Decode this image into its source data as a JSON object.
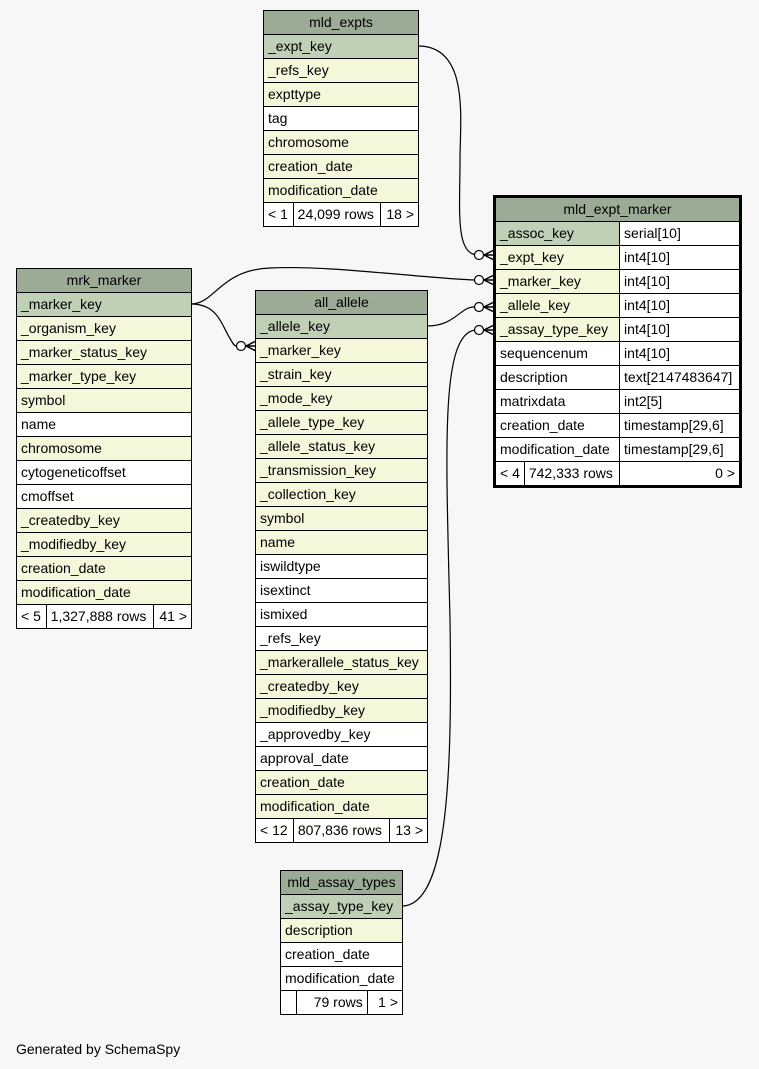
{
  "footer": "Generated by SchemaSpy",
  "tables": {
    "mld_expts": {
      "name": "mld_expts",
      "columns": [
        {
          "name": "_expt_key",
          "kind": "pk"
        },
        {
          "name": "_refs_key",
          "kind": "fk"
        },
        {
          "name": "expttype",
          "kind": "fk"
        },
        {
          "name": "tag",
          "kind": "plain"
        },
        {
          "name": "chromosome",
          "kind": "fk"
        },
        {
          "name": "creation_date",
          "kind": "fk"
        },
        {
          "name": "modification_date",
          "kind": "fk"
        }
      ],
      "footer": {
        "parents": "< 1",
        "rows": "24,099 rows",
        "children": "18 >"
      }
    },
    "mld_expt_marker": {
      "name": "mld_expt_marker",
      "columns": [
        {
          "name": "_assoc_key",
          "type": "serial[10]",
          "kind": "pk"
        },
        {
          "name": "_expt_key",
          "type": "int4[10]",
          "kind": "fk"
        },
        {
          "name": "_marker_key",
          "type": "int4[10]",
          "kind": "fk"
        },
        {
          "name": "_allele_key",
          "type": "int4[10]",
          "kind": "fk"
        },
        {
          "name": "_assay_type_key",
          "type": "int4[10]",
          "kind": "fk"
        },
        {
          "name": "sequencenum",
          "type": "int4[10]",
          "kind": "plain"
        },
        {
          "name": "description",
          "type": "text[2147483647]",
          "kind": "plain"
        },
        {
          "name": "matrixdata",
          "type": "int2[5]",
          "kind": "plain"
        },
        {
          "name": "creation_date",
          "type": "timestamp[29,6]",
          "kind": "plain"
        },
        {
          "name": "modification_date",
          "type": "timestamp[29,6]",
          "kind": "plain"
        }
      ],
      "footer": {
        "parents": "< 4",
        "rows": "742,333 rows",
        "children": "0 >"
      }
    },
    "mrk_marker": {
      "name": "mrk_marker",
      "columns": [
        {
          "name": "_marker_key",
          "kind": "pk"
        },
        {
          "name": "_organism_key",
          "kind": "fk"
        },
        {
          "name": "_marker_status_key",
          "kind": "fk"
        },
        {
          "name": "_marker_type_key",
          "kind": "fk"
        },
        {
          "name": "symbol",
          "kind": "fk"
        },
        {
          "name": "name",
          "kind": "plain"
        },
        {
          "name": "chromosome",
          "kind": "fk"
        },
        {
          "name": "cytogeneticoffset",
          "kind": "plain"
        },
        {
          "name": "cmoffset",
          "kind": "plain"
        },
        {
          "name": "_createdby_key",
          "kind": "fk"
        },
        {
          "name": "_modifiedby_key",
          "kind": "fk"
        },
        {
          "name": "creation_date",
          "kind": "fk"
        },
        {
          "name": "modification_date",
          "kind": "fk"
        }
      ],
      "footer": {
        "parents": "< 5",
        "rows": "1,327,888 rows",
        "children": "41 >"
      }
    },
    "all_allele": {
      "name": "all_allele",
      "columns": [
        {
          "name": "_allele_key",
          "kind": "pk"
        },
        {
          "name": "_marker_key",
          "kind": "fk"
        },
        {
          "name": "_strain_key",
          "kind": "fk"
        },
        {
          "name": "_mode_key",
          "kind": "fk"
        },
        {
          "name": "_allele_type_key",
          "kind": "fk"
        },
        {
          "name": "_allele_status_key",
          "kind": "fk"
        },
        {
          "name": "_transmission_key",
          "kind": "fk"
        },
        {
          "name": "_collection_key",
          "kind": "fk"
        },
        {
          "name": "symbol",
          "kind": "fk"
        },
        {
          "name": "name",
          "kind": "fk"
        },
        {
          "name": "iswildtype",
          "kind": "plain"
        },
        {
          "name": "isextinct",
          "kind": "plain"
        },
        {
          "name": "ismixed",
          "kind": "plain"
        },
        {
          "name": "_refs_key",
          "kind": "plain"
        },
        {
          "name": "_markerallele_status_key",
          "kind": "fk"
        },
        {
          "name": "_createdby_key",
          "kind": "fk"
        },
        {
          "name": "_modifiedby_key",
          "kind": "fk"
        },
        {
          "name": "_approvedby_key",
          "kind": "plain"
        },
        {
          "name": "approval_date",
          "kind": "plain"
        },
        {
          "name": "creation_date",
          "kind": "fk"
        },
        {
          "name": "modification_date",
          "kind": "fk"
        }
      ],
      "footer": {
        "parents": "< 12",
        "rows": "807,836 rows",
        "children": "13 >"
      }
    },
    "mld_assay_types": {
      "name": "mld_assay_types",
      "columns": [
        {
          "name": "_assay_type_key",
          "kind": "pk"
        },
        {
          "name": "description",
          "kind": "fk"
        },
        {
          "name": "creation_date",
          "kind": "plain"
        },
        {
          "name": "modification_date",
          "kind": "plain"
        }
      ],
      "footer": {
        "parents": "",
        "rows": "79 rows",
        "children": "1 >"
      }
    }
  },
  "relationships": [
    {
      "from": "mld_expts._expt_key",
      "to": "mld_expt_marker._expt_key"
    },
    {
      "from": "mrk_marker._marker_key",
      "to": "mld_expt_marker._marker_key"
    },
    {
      "from": "mrk_marker._marker_key",
      "to": "all_allele._marker_key"
    },
    {
      "from": "all_allele._allele_key",
      "to": "mld_expt_marker._allele_key"
    },
    {
      "from": "mld_assay_types._assay_type_key",
      "to": "mld_expt_marker._assay_type_key"
    }
  ]
}
